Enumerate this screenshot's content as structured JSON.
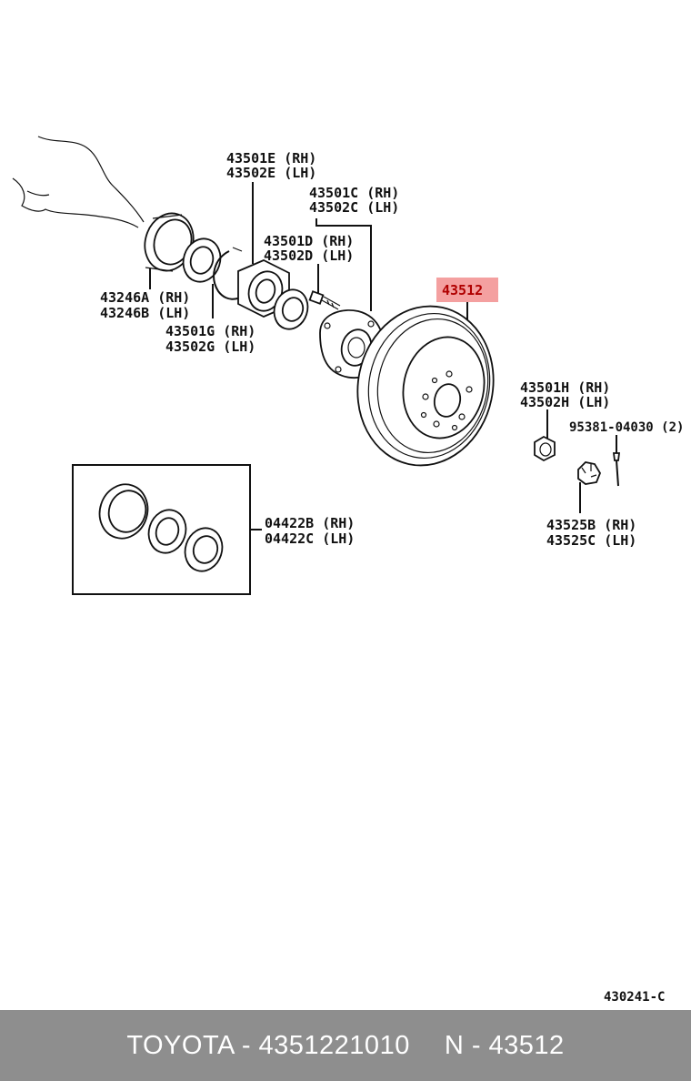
{
  "colors": {
    "highlight_fill": "#f4a0a0",
    "highlight_text": "#b00000",
    "footer_bg": "#8e8e8e"
  },
  "labels": {
    "p43501E": "43501E (RH)",
    "p43502E": "43502E (LH)",
    "p43501C": "43501C (RH)",
    "p43502C": "43502C (LH)",
    "p43501D": "43501D (RH)",
    "p43502D": "43502D (LH)",
    "p43512": "43512",
    "p43246A": "43246A (RH)",
    "p43246B": "43246B (LH)",
    "p43501G": "43501G (RH)",
    "p43502G": "43502G (LH)",
    "p43501H": "43501H (RH)",
    "p43502H": "43502H (LH)",
    "p95381": "95381-04030 (2)",
    "p04422B": "04422B (RH)",
    "p04422C": "04422C (LH)",
    "p43525B": "43525B (RH)",
    "p43525C": "43525C (LH)",
    "diagram_code": "430241-C"
  },
  "footer": {
    "brand_part": "TOYOTA - 4351221010",
    "ref": "N - 43512"
  }
}
